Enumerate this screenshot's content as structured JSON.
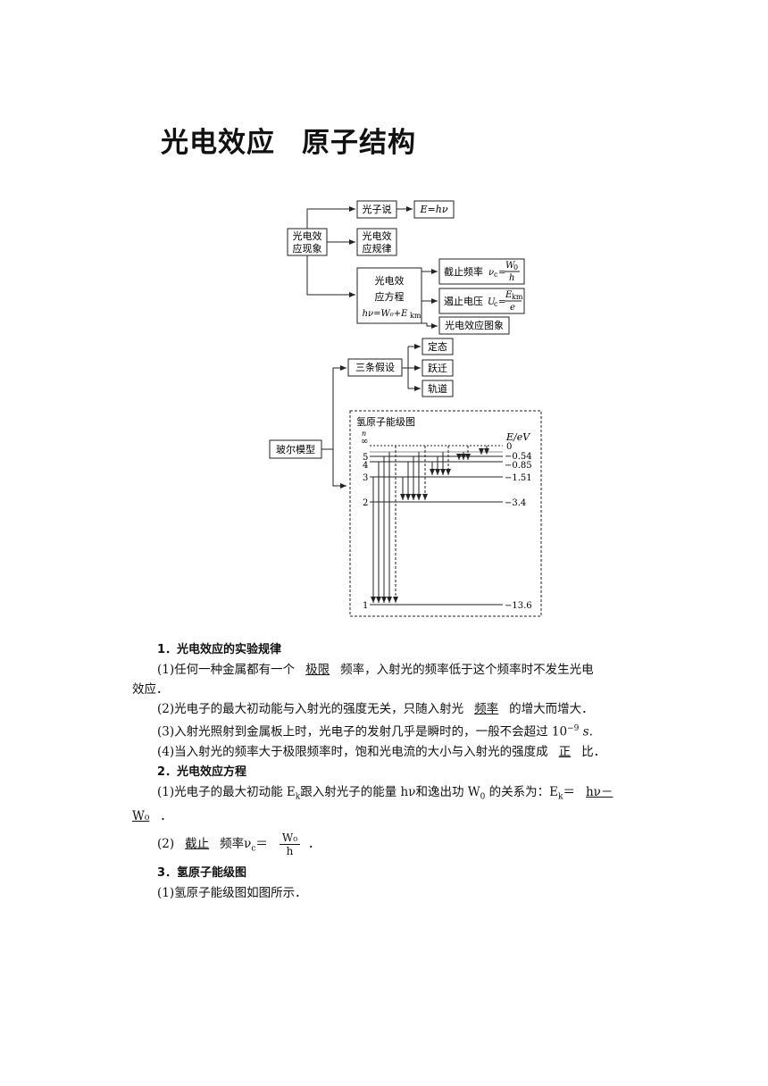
{
  "title": {
    "part1": "光电效应",
    "part2": "原子结构"
  },
  "diagram": {
    "photoelectric_effect": "光电效应现象",
    "photoelectric_effect_l1": "光电效",
    "photoelectric_effect_l2": "应现象",
    "photon_theory": "光子说",
    "photon_energy": "E=hν",
    "pe_law_l1": "光电效",
    "pe_law_l2": "应规律",
    "pe_equation_l1": "光电效",
    "pe_equation_l2": "应方程",
    "pe_equation_l3": "hν=W₀+E",
    "pe_equation_sub": "km",
    "cutoff_frequency": "截止频率",
    "cutoff_sym": "ν",
    "cutoff_sub": "c",
    "cutoff_num": "W",
    "cutoff_num_sub": "0",
    "cutoff_den": "h",
    "stopping_voltage": "遏止电压",
    "stopping_sym": "U",
    "stopping_sub": "c",
    "stopping_num": "E",
    "stopping_num_sub": "km",
    "stopping_den": "e",
    "pe_graph": "光电效应图象",
    "three_postulates": "三条假设",
    "stationary_state": "定态",
    "transition": "跃迁",
    "orbit": "轨道",
    "bohr_model": "玻尔模型",
    "energy_level_title": "氢原子能级图",
    "n_label": "n",
    "infinity": "∞",
    "energy_label": "E/eV",
    "levels": [
      {
        "n": "∞",
        "e": "0"
      },
      {
        "n": "5",
        "e": "−0.54"
      },
      {
        "n": "4",
        "e": "−0.85"
      },
      {
        "n": "3",
        "e": "−1.51"
      },
      {
        "n": "2",
        "e": "−3.4"
      },
      {
        "n": "1",
        "e": "−13.6"
      }
    ]
  },
  "sections": {
    "s1_heading": "1．光电效应的实验规律",
    "s1_p1_a": "(1)任何一种金属都有一个",
    "s1_p1_blank": "极限",
    "s1_p1_b": "频率，入射光的频率低于这个频率时不发生光电",
    "s1_p1_c": "效应．",
    "s1_p2_a": "(2)光电子的最大初动能与入射光的强度无关，只随入射光",
    "s1_p2_blank": "频率",
    "s1_p2_b": "的增大而增大．",
    "s1_p3_a": "(3)入射光照射到金属板上时，光电子的发射几乎是瞬时的，一般不会超过 10",
    "s1_p3_exp": "−9",
    "s1_p3_b": " s.",
    "s1_p4_a": "(4)当入射光的频率大于极限频率时，饱和光电流的大小与入射光的强度成",
    "s1_p4_blank": "正",
    "s1_p4_b": "比．",
    "s2_heading": "2．光电效应方程",
    "s2_p1_a": "(1)光电子的最大初动能 E",
    "s2_p1_sub": "k",
    "s2_p1_b": "跟入射光子的能量 hν和逸出功 W",
    "s2_p1_sub2": "0",
    "s2_p1_c": " 的关系为：E",
    "s2_p1_sub3": "k",
    "s2_p1_d": "＝",
    "s2_p1_blank": "hν－",
    "s2_p1_blank2": "W₀",
    "s2_p1_e": "．",
    "s2_p2_a": "(2)",
    "s2_p2_blank": "截止",
    "s2_p2_b": "频率ν",
    "s2_p2_sub": "c",
    "s2_p2_c": "＝",
    "s2_p2_num": "W₀",
    "s2_p2_den": "h",
    "s2_p2_d": "．",
    "s3_heading": "3．氢原子能级图",
    "s3_p1": "(1)氢原子能级图如图所示．"
  }
}
